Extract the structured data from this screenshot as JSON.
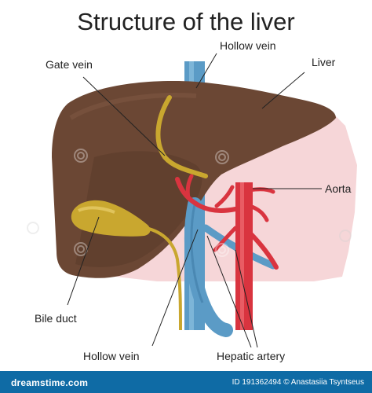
{
  "title": "Structure of the liver",
  "labels": {
    "hollow_vein_top": "Hollow vein",
    "gate_vein": "Gate vein",
    "liver": "Liver",
    "aorta": "Aorta",
    "bile_duct": "Bile duct",
    "hollow_vein_bottom": "Hollow vein",
    "hepatic_artery": "Hepatic artery"
  },
  "footer": {
    "brand": "dreamstime.com",
    "id_text": "ID 191362494 © Anastasiia Tsyntseus"
  },
  "colors": {
    "liver": "#6b4734",
    "liver_shade": "#5a3a29",
    "background_pink": "#f6d6d8",
    "vein_blue": "#5b9bc6",
    "aorta_red": "#d9343f",
    "bile_yellow": "#c9a72f",
    "footer_blue": "#0f6ba5"
  }
}
